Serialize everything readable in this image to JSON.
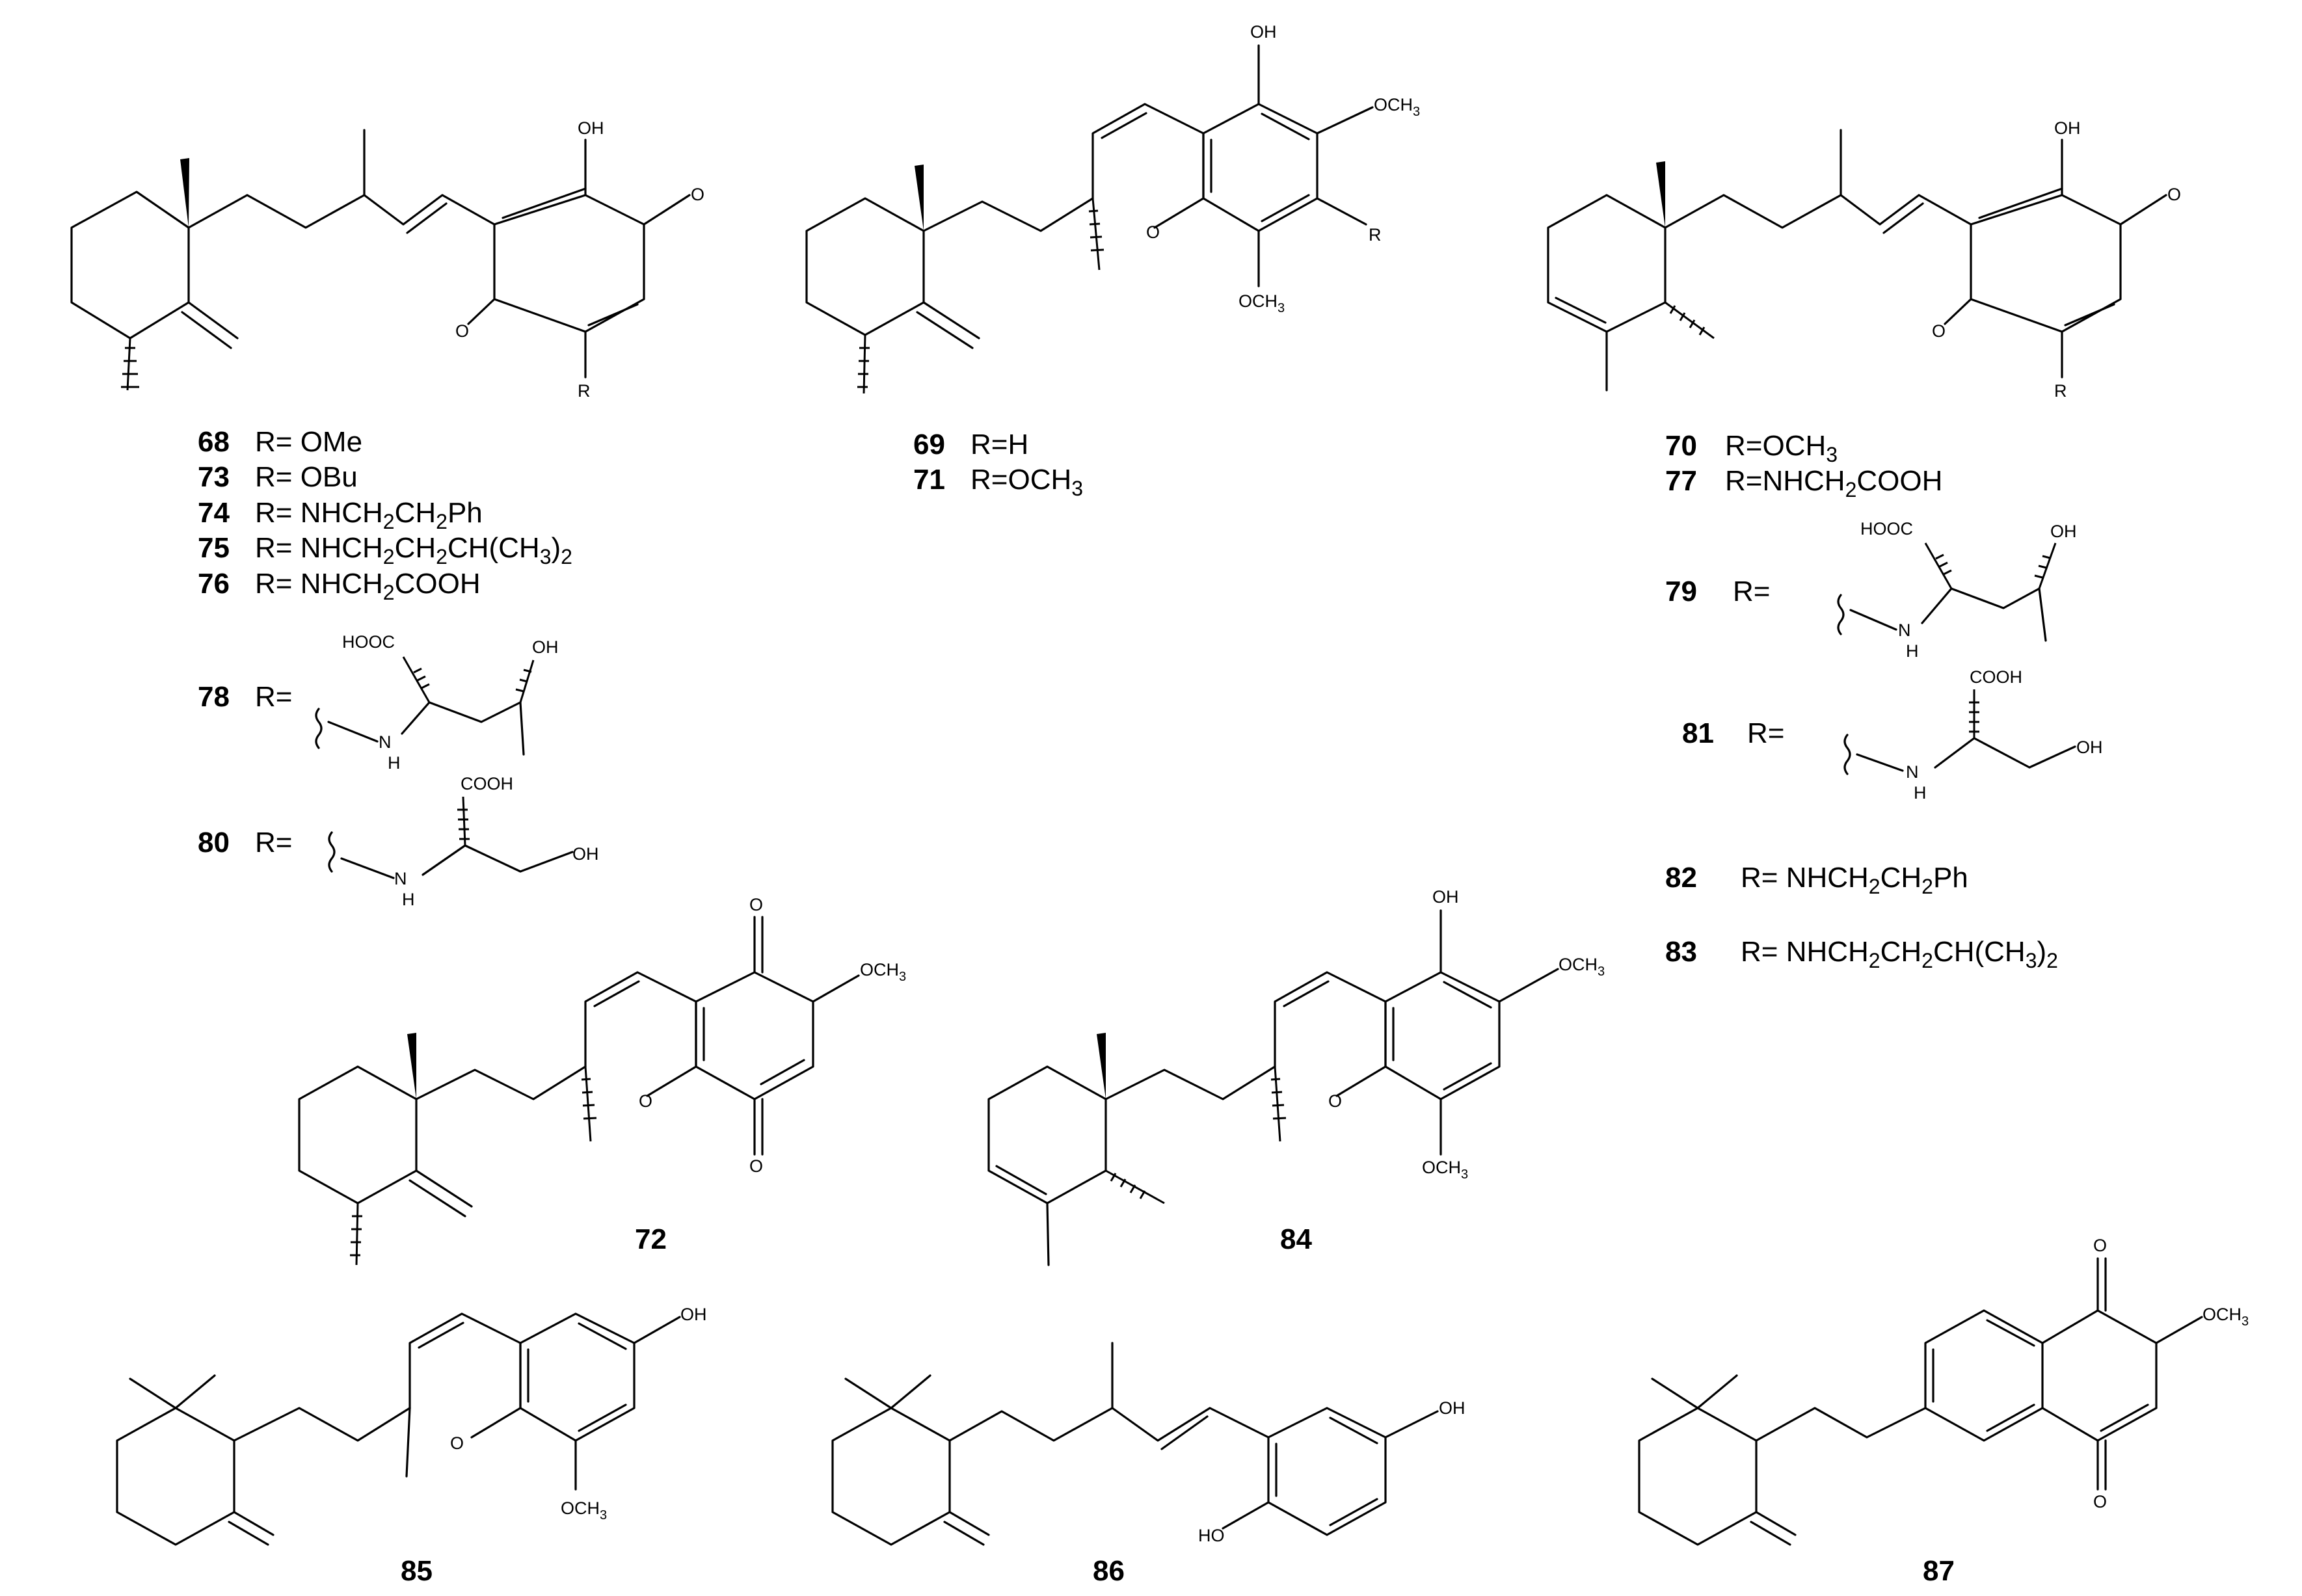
{
  "compounds": {
    "c68": {
      "id": "68",
      "r": "R= OMe"
    },
    "c73": {
      "id": "73",
      "r": "R= OBu"
    },
    "c74": {
      "id": "74",
      "r_parts": [
        "R= NHCH",
        "2",
        "CH",
        "2",
        "Ph"
      ]
    },
    "c75": {
      "id": "75",
      "r_parts": [
        "R= NHCH",
        "2",
        "CH",
        "2",
        "CH(CH",
        "3",
        ")",
        "2"
      ]
    },
    "c76": {
      "id": "76",
      "r_parts": [
        "R= NHCH",
        "2",
        "COOH"
      ]
    },
    "c78": {
      "id": "78",
      "r": "R="
    },
    "c80": {
      "id": "80",
      "r": "R="
    },
    "c69": {
      "id": "69",
      "r": "R=H"
    },
    "c71": {
      "id": "71",
      "r_parts": [
        "R=OCH",
        "3"
      ]
    },
    "c70": {
      "id": "70",
      "r_parts": [
        "R=OCH",
        "3"
      ]
    },
    "c77": {
      "id": "77",
      "r_parts": [
        "R=NHCH",
        "2",
        "COOH"
      ]
    },
    "c79": {
      "id": "79",
      "r": "R="
    },
    "c81": {
      "id": "81",
      "r": "R="
    },
    "c82": {
      "id": "82",
      "r_parts": [
        "R= NHCH",
        "2",
        "CH",
        "2",
        "Ph"
      ]
    },
    "c83": {
      "id": "83",
      "r_parts": [
        "R= NHCH",
        "2",
        "CH",
        "2",
        "CH(CH",
        "3",
        ")",
        "2"
      ]
    },
    "c72": {
      "id": "72"
    },
    "c84": {
      "id": "84"
    },
    "c85": {
      "id": "85"
    },
    "c86": {
      "id": "86"
    },
    "c87": {
      "id": "87"
    }
  },
  "atoms": {
    "oh": "OH",
    "o": "O",
    "r": "R",
    "och": "OCH",
    "och_sub": "3",
    "hooc": "HOOC",
    "cooh": "COOH",
    "n": "N",
    "h": "H",
    "ho": "HO"
  },
  "colors": {
    "ink": "#000000",
    "background": "#ffffff"
  }
}
